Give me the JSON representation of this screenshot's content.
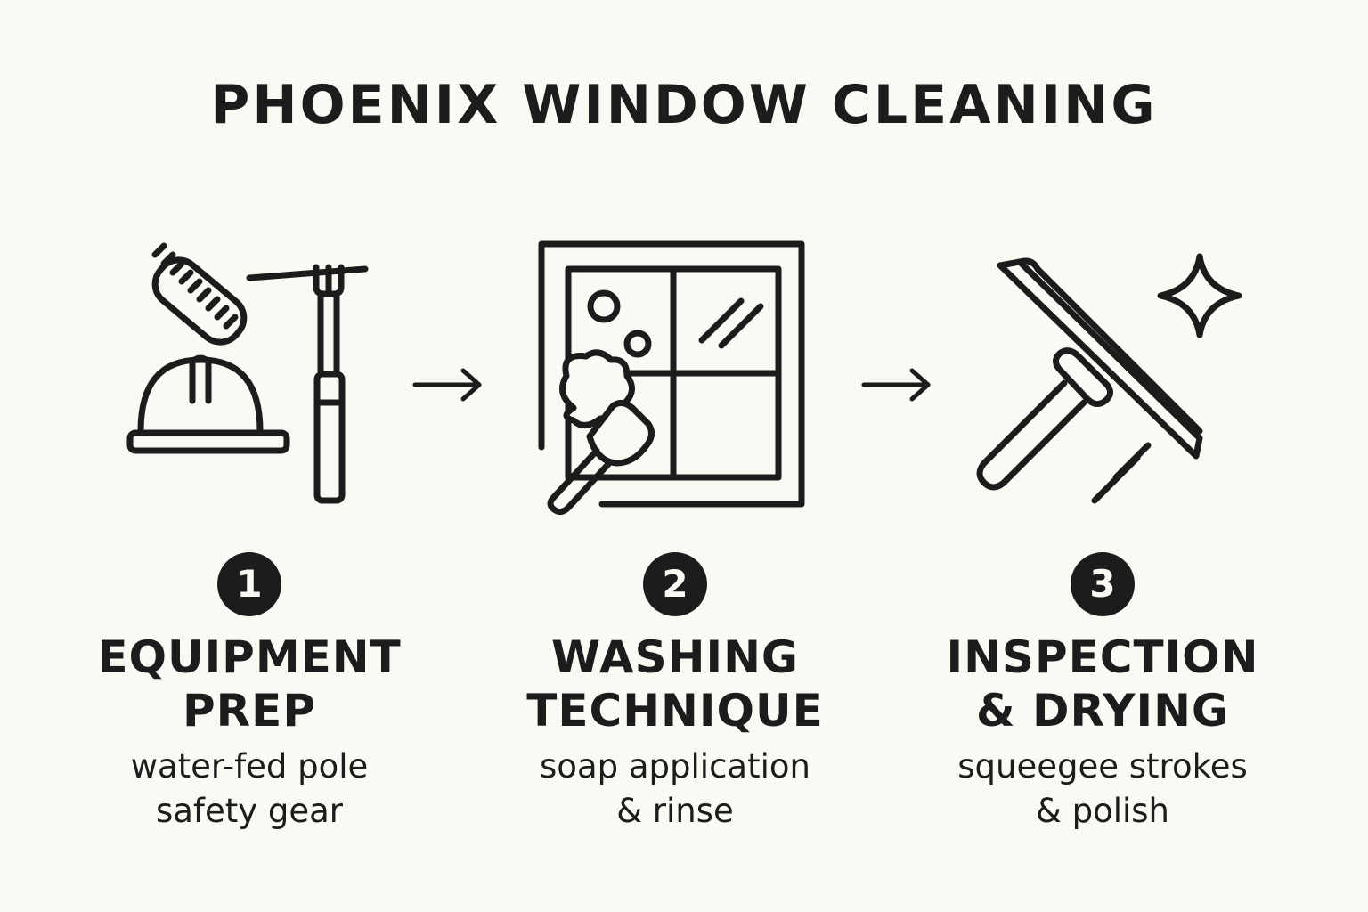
{
  "title": "PHOENIX WINDOW CLEANING",
  "steps": [
    {
      "number": "1",
      "title_line1": "EQUIPMENT",
      "title_line2": "PREP",
      "sub_line1": "water-fed pole",
      "sub_line2": "safety gear",
      "icon": "equipment-icon"
    },
    {
      "number": "2",
      "title_line1": "WASHING",
      "title_line2": "TECHNIQUE",
      "sub_line1": "soap application",
      "sub_line2": "& rinse",
      "icon": "window-washing-icon"
    },
    {
      "number": "3",
      "title_line1": "INSPECTION",
      "title_line2": "& DRYING",
      "sub_line1": "squeegee strokes",
      "sub_line2": "& polish",
      "icon": "squeegee-icon"
    }
  ],
  "arrows": [
    "arrow-right-icon",
    "arrow-right-icon"
  ],
  "colors": {
    "background": "#fbf9f4",
    "ink": "#1c1c1c"
  }
}
